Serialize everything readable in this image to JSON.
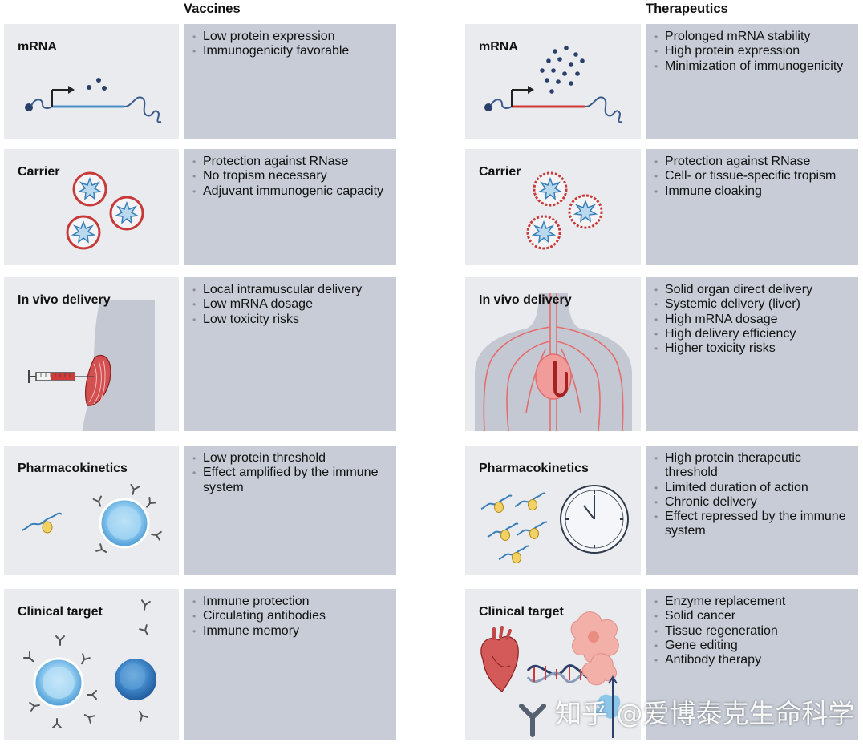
{
  "columns": {
    "vaccines": "Vaccines",
    "therapeutics": "Therapeutics"
  },
  "rows": [
    {
      "label": "mRNA",
      "vaccines": [
        "Low protein expression",
        "Immunogenicity favorable"
      ],
      "therapeutics": [
        "Prolonged mRNA stability",
        "High protein expression",
        "Minimization of immunogenicity"
      ]
    },
    {
      "label": "Carrier",
      "vaccines": [
        "Protection against RNase",
        "No tropism necessary",
        "Adjuvant immunogenic capacity"
      ],
      "therapeutics": [
        "Protection against RNase",
        "Cell- or tissue-specific tropism",
        "Immune cloaking"
      ]
    },
    {
      "label": "In vivo delivery",
      "vaccines": [
        "Local intramuscular delivery",
        "Low mRNA dosage",
        "Low toxicity risks"
      ],
      "therapeutics": [
        "Solid organ direct delivery",
        "Systemic delivery (liver)",
        "High mRNA dosage",
        "High delivery efficiency",
        "Higher toxicity risks"
      ]
    },
    {
      "label": "Pharmacokinetics",
      "vaccines": [
        "Low protein threshold",
        "Effect amplified by the immune system"
      ],
      "therapeutics": [
        "High protein therapeutic threshold",
        "Limited duration of action",
        "Chronic delivery",
        "Effect repressed by the immune system"
      ]
    },
    {
      "label": "Clinical target",
      "vaccines": [
        "Immune protection",
        "Circulating antibodies",
        "Immune memory"
      ],
      "therapeutics": [
        "Enzyme replacement",
        "Solid cancer",
        "Tissue regeneration",
        "Gene editing",
        "Antibody therapy"
      ]
    }
  ],
  "watermark": "知乎 @爱博泰克生命科学",
  "colors": {
    "panel_bg": "#e9ebef",
    "text_cell_bg": "#c7ccd6",
    "mrna_blue": "#4a90c8",
    "mrna_red": "#d23a3a",
    "carrier_red": "#c83a3a",
    "navy": "#2b3f6b",
    "vessel_red": "#e46d6d",
    "lipid_yellow": "#f2d264"
  },
  "icons": [
    "mrna-construct-icon",
    "lipid-nanoparticle-icon",
    "syringe-icon",
    "torso-silhouette-icon",
    "circulatory-system-icon",
    "immune-cell-icon",
    "antibody-icon",
    "clock-icon",
    "heart-icon",
    "dna-helix-icon",
    "cancer-cell-icon"
  ]
}
